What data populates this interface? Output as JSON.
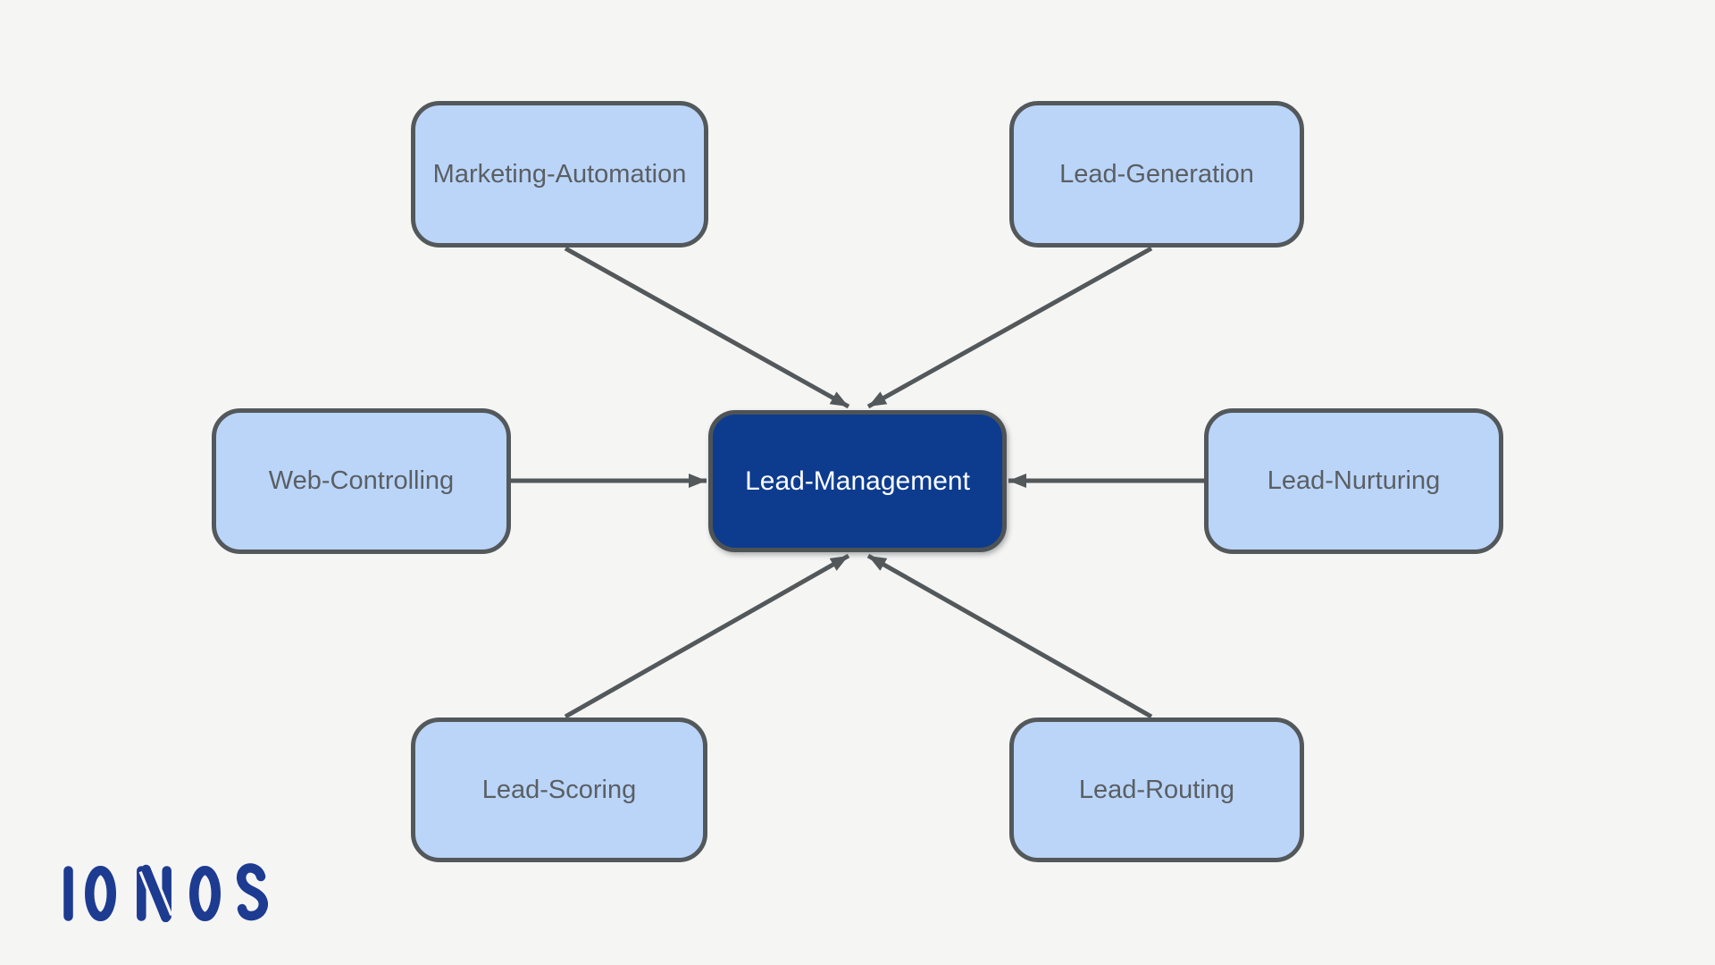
{
  "colors": {
    "background": "#f5f5f4",
    "node_fill": "#bbd5f9",
    "node_border": "#53585b",
    "node_text": "#5a5f63",
    "center_fill": "#0d3c8e",
    "center_text": "#ffffff",
    "arrow": "#53585b",
    "logo": "#1d3b90"
  },
  "diagram": {
    "center_node": {
      "id": "lead-management",
      "label": "Lead-Management"
    },
    "satellite_nodes": [
      {
        "id": "marketing-automation",
        "label": "Marketing-Automation"
      },
      {
        "id": "lead-generation",
        "label": "Lead-Generation"
      },
      {
        "id": "web-controlling",
        "label": "Web-Controlling"
      },
      {
        "id": "lead-nurturing",
        "label": "Lead-Nurturing"
      },
      {
        "id": "lead-scoring",
        "label": "Lead-Scoring"
      },
      {
        "id": "lead-routing",
        "label": "Lead-Routing"
      }
    ],
    "edges": [
      {
        "from": "Marketing-Automation",
        "to": "Lead-Management"
      },
      {
        "from": "Lead-Generation",
        "to": "Lead-Management"
      },
      {
        "from": "Web-Controlling",
        "to": "Lead-Management"
      },
      {
        "from": "Lead-Nurturing",
        "to": "Lead-Management"
      },
      {
        "from": "Lead-Scoring",
        "to": "Lead-Management"
      },
      {
        "from": "Lead-Routing",
        "to": "Lead-Management"
      }
    ]
  },
  "branding": {
    "logo_text": "IONOS"
  }
}
